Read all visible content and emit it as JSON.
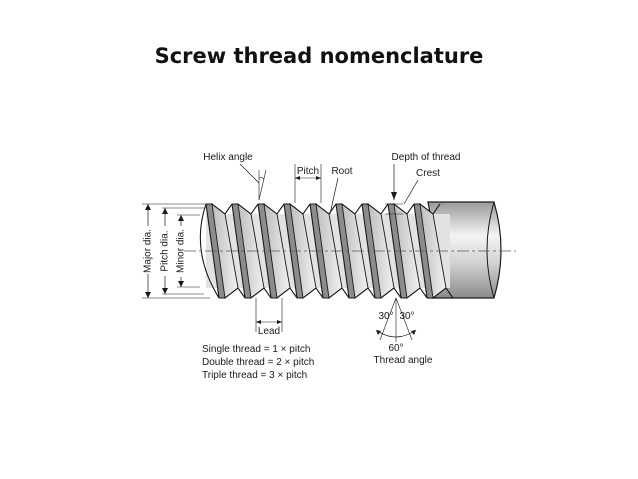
{
  "title": "Screw thread nomenclature",
  "labels": {
    "helix_angle": "Helix angle",
    "pitch": "Pitch",
    "root": "Root",
    "depth_of_thread": "Depth of thread",
    "crest": "Crest",
    "major_dia": "Major dia.",
    "pitch_dia": "Pitch dia.",
    "minor_dia": "Minor dia.",
    "lead": "Lead",
    "angle_left": "30°",
    "angle_right": "30°",
    "angle_total": "60°",
    "thread_angle": "Thread angle"
  },
  "notes": [
    "Single thread = 1 × pitch",
    "Double thread = 2 × pitch",
    "Triple thread = 3 × pitch"
  ],
  "colors": {
    "line": "#1a1a1a",
    "shade_dark": "#8c8c8c",
    "shade_light": "#e2e2e2"
  }
}
